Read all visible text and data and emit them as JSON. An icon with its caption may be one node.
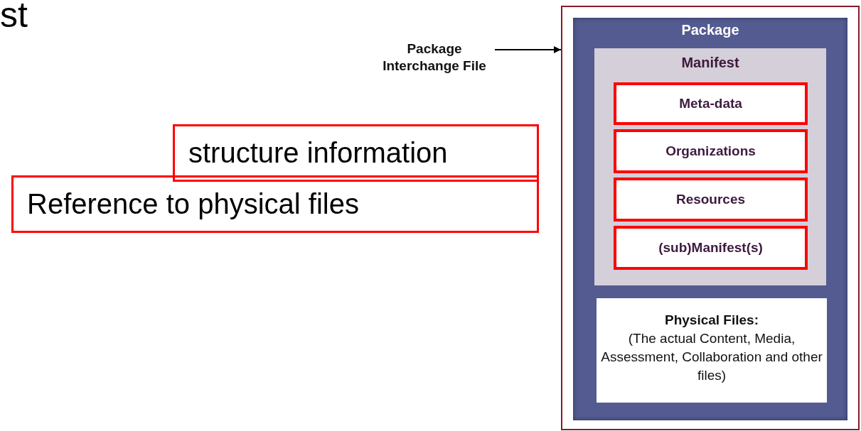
{
  "diagram": {
    "nodes": [
      {
        "text": [
          "Package Interchange File"
        ]
      },
      {
        "text": [],
        "shape": "box"
      },
      {
        "text": [
          "Package"
        ],
        "in": 1
      },
      {
        "text": [
          "Manifest"
        ],
        "in": 2
      },
      {
        "text": [
          "Meta-data"
        ],
        "in": 3
      },
      {
        "text": [
          "Organizations"
        ],
        "in": 3
      },
      {
        "text": [
          "Resources"
        ],
        "in": 3
      },
      {
        "text": [
          "(sub)Manifest(s)"
        ],
        "in": 3
      },
      {
        "text": [
          "Physical Files:",
          "(The actual Content, Media, Assessment, Collaboration and other files)"
        ],
        "in": 2
      },
      {
        "text": [
          "structure information"
        ]
      },
      {
        "text": [
          "Reference to physical files"
        ]
      }
    ],
    "edges": [
      {
        "from": 0,
        "to": 1,
        "arrow": "to"
      }
    ],
    "labels": [
      "st"
    ]
  }
}
